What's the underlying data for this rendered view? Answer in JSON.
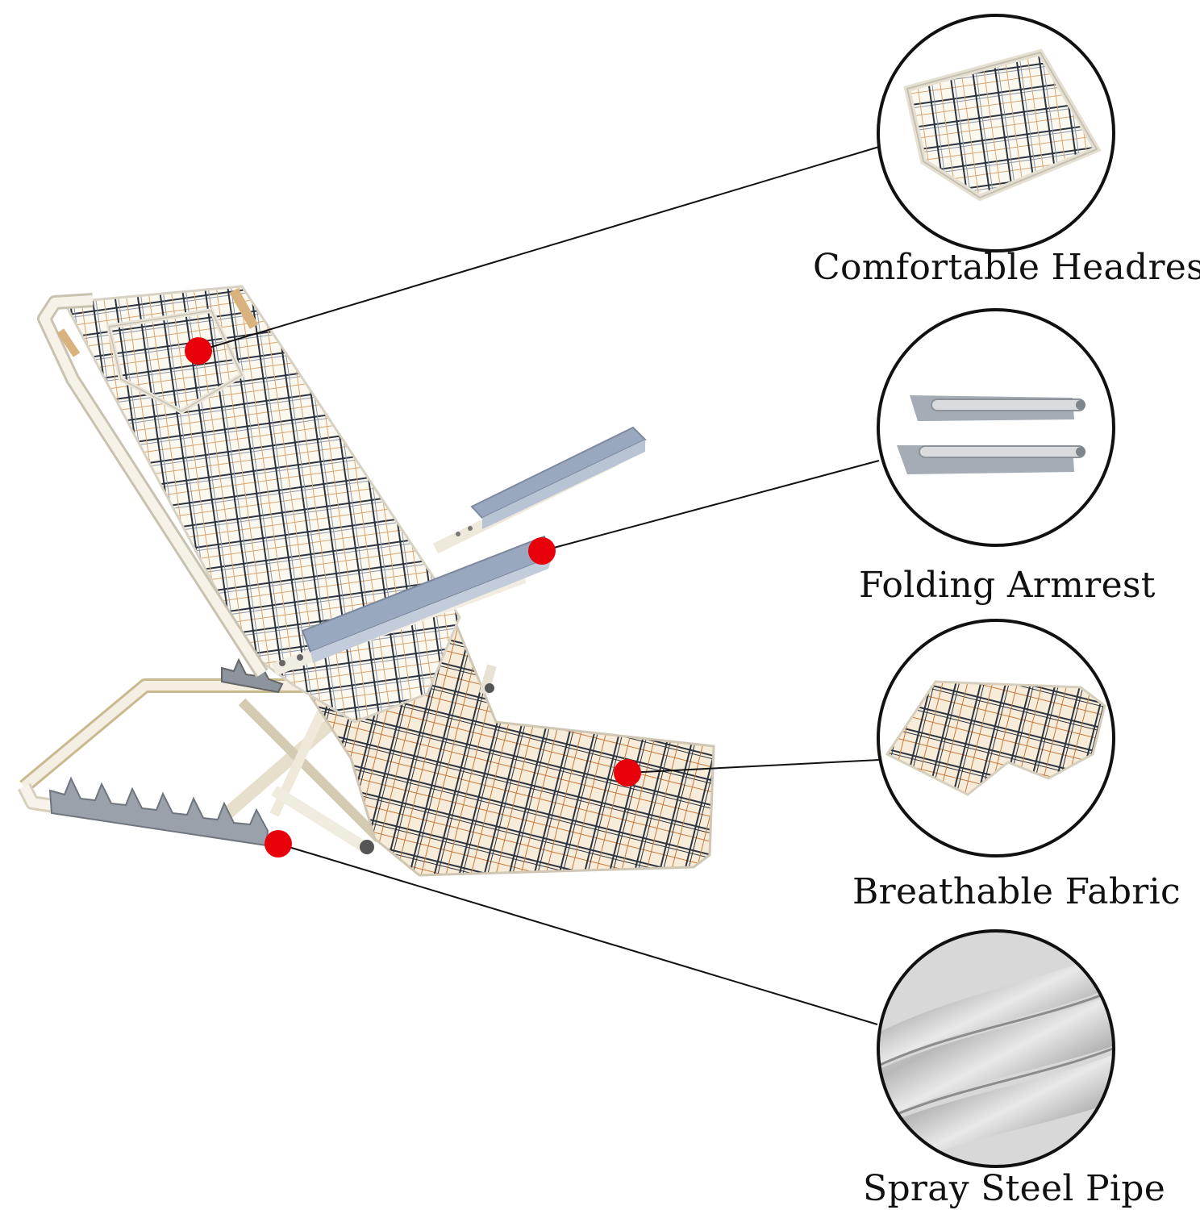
{
  "features": [
    {
      "id": "headrest",
      "label": "Comfortable Headrest",
      "icon": "headrest-pillow-icon"
    },
    {
      "id": "armrest",
      "label": "Folding Armrest",
      "icon": "armrest-pads-icon"
    },
    {
      "id": "fabric",
      "label": "Breathable Fabric",
      "icon": "plaid-fabric-icon"
    },
    {
      "id": "pipe",
      "label": "Spray Steel Pipe",
      "icon": "steel-pipe-icon"
    }
  ],
  "colors": {
    "marker": "#e8000b",
    "circle_stroke": "#111111",
    "armrest": "#9aa8bf",
    "frame": "#f4efe2",
    "plaid_light": "#fbf8ef",
    "plaid_dark": "#2b3340",
    "plaid_tan": "#d9a570"
  }
}
